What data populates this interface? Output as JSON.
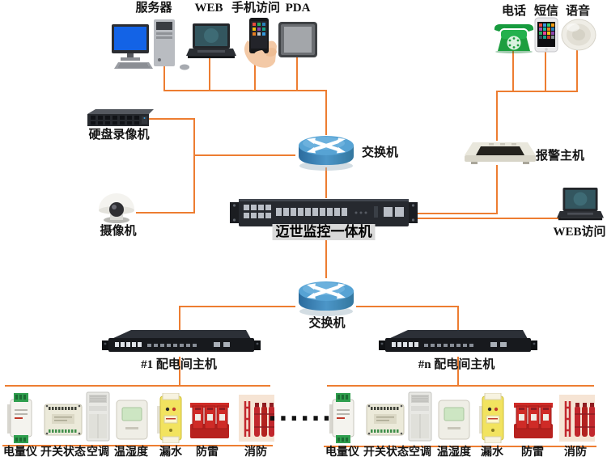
{
  "colors": {
    "connector": "#ED7D31",
    "switch_blue": "#4C96C8",
    "main_label_highlight": "#D9D9D9"
  },
  "top_left_group": {
    "devices": [
      {
        "label": "服务器",
        "icon": "desktop-server-icon"
      },
      {
        "label": "WEB",
        "icon": "laptop-icon"
      },
      {
        "label": "手机访问",
        "icon": "hand-phone-icon"
      },
      {
        "label": "PDA",
        "icon": "tablet-icon"
      }
    ]
  },
  "top_right_group": {
    "devices": [
      {
        "label": "电话",
        "icon": "telephone-icon"
      },
      {
        "label": "短信",
        "icon": "smartphone-icon"
      },
      {
        "label": "语音",
        "icon": "speaker-icon"
      }
    ]
  },
  "surveillance_group": {
    "devices": [
      {
        "label": "硬盘录像机",
        "icon": "dvr-icon"
      },
      {
        "label": "摄像机",
        "icon": "dome-camera-icon"
      }
    ]
  },
  "core": {
    "switch_top": "交换机",
    "main_unit": "迈世监控一体机",
    "switch_bottom": "交换机",
    "alarm_host": "报警主机",
    "web_access": "WEB访问"
  },
  "distribution": {
    "host_1": "#1  配电间主机",
    "host_n": "#n  配电间主机",
    "separator_dots": "......",
    "sensor_labels": [
      "电量仪",
      "开关状态",
      "空调",
      "温湿度",
      "漏水",
      "防雷",
      "消防"
    ]
  }
}
